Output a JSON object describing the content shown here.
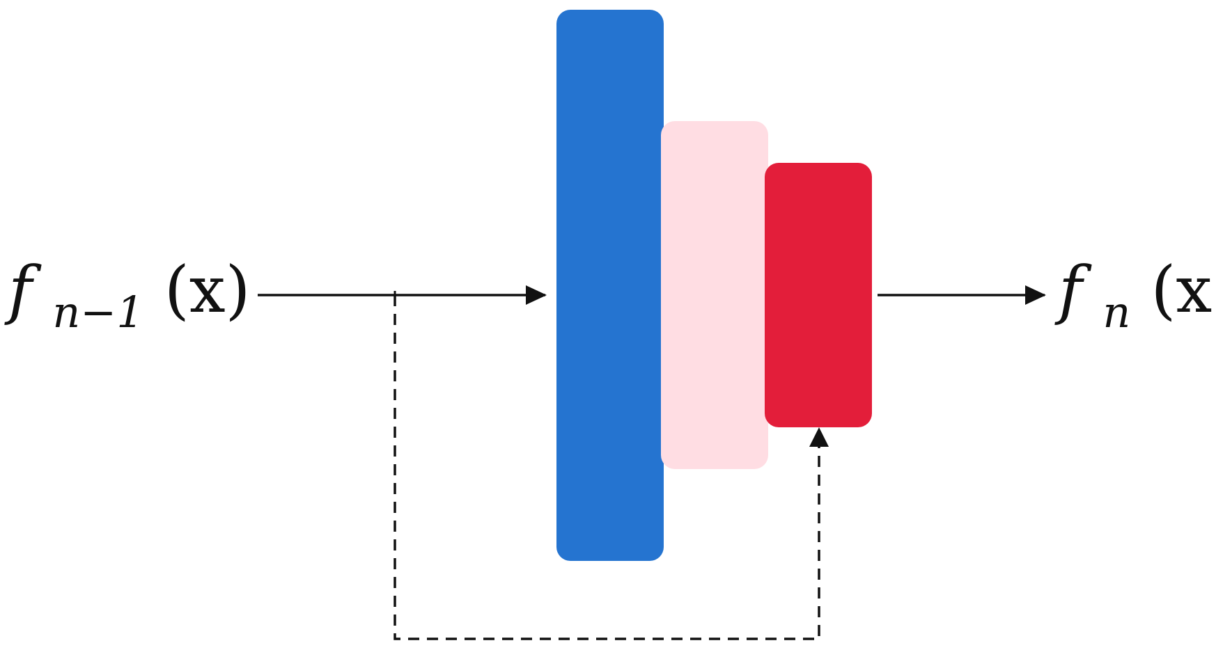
{
  "colors": {
    "block_blue": "#2574D0",
    "block_pink": "#FFDDE3",
    "block_red": "#E31E3A",
    "line": "#111111",
    "background": "#FFFFFF"
  },
  "labels": {
    "input": {
      "base": "f",
      "subscript": "n−1",
      "argument": "(x)"
    },
    "output": {
      "base": "f",
      "subscript": "n",
      "argument": "(x)"
    }
  }
}
